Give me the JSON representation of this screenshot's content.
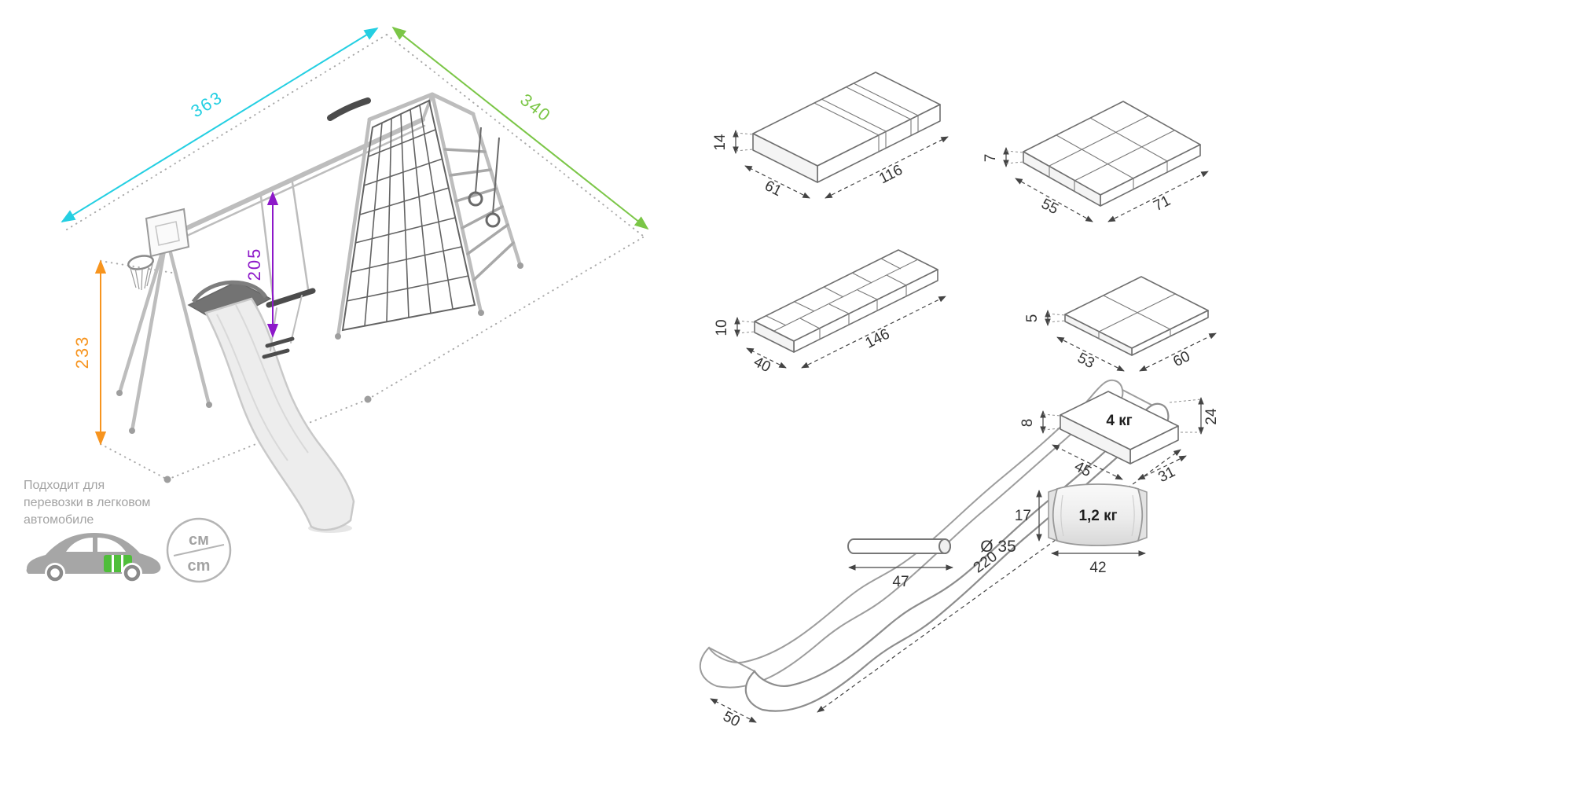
{
  "colors": {
    "width_dim": "#24cfe2",
    "depth_dim": "#7bc647",
    "height_dim": "#f7941e",
    "swing_dim": "#8d18c9",
    "car_cargo": "#4fbe3a"
  },
  "assembled": {
    "width": "363",
    "depth": "340",
    "height": "233",
    "swing_height": "205"
  },
  "note": {
    "line1": "Подходит для",
    "line2": "перевозки в легковом",
    "line3": "автомобиле"
  },
  "units": {
    "cyrillic": "см",
    "latin": "cm"
  },
  "packages": {
    "box_long": {
      "height": "14",
      "depth": "61",
      "length": "116"
    },
    "box_grid": {
      "height": "7",
      "depth": "55",
      "length": "71"
    },
    "box_bricks": {
      "height": "10",
      "depth": "40",
      "length": "146"
    },
    "box_flat": {
      "height": "5",
      "depth": "53",
      "length": "60"
    },
    "slide": {
      "height": "24",
      "width": "50",
      "length": "220"
    },
    "box_small": {
      "height": "8",
      "depth": "45",
      "length": "31",
      "weight": "4 кг"
    },
    "tube": {
      "diameter": "Ø 35",
      "length": "47"
    },
    "bag": {
      "height": "17",
      "length": "42",
      "weight": "1,2 кг"
    }
  }
}
